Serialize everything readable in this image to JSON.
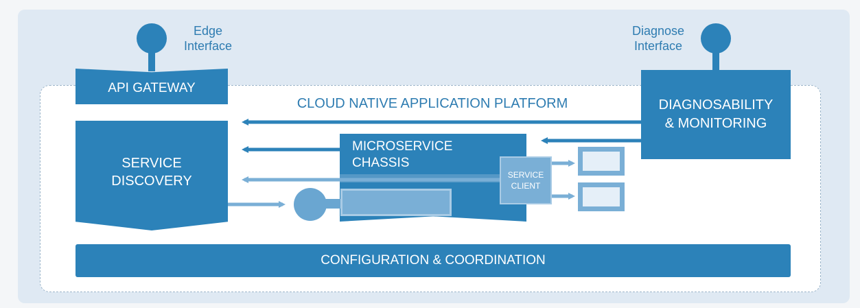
{
  "nodes": {
    "edge_interface": "Edge\nInterface",
    "diagnose_interface": "Diagnose\nInterface",
    "api_gateway": "API GATEWAY",
    "service_discovery": "SERVICE\nDISCOVERY",
    "diagnosability": "DIAGNOSABILITY\n& MONITORING",
    "platform": "CLOUD NATIVE APPLICATION PLATFORM",
    "microservice_chassis": "MICROSERVICE\nCHASSIS",
    "service_client": "SERVICE\nCLIENT",
    "configuration": "CONFIGURATION & COORDINATION"
  },
  "colors": {
    "primary": "#2c82b9",
    "light": "#7aafd6",
    "label": "#2e7cb1",
    "background": "#dfe9f3"
  }
}
